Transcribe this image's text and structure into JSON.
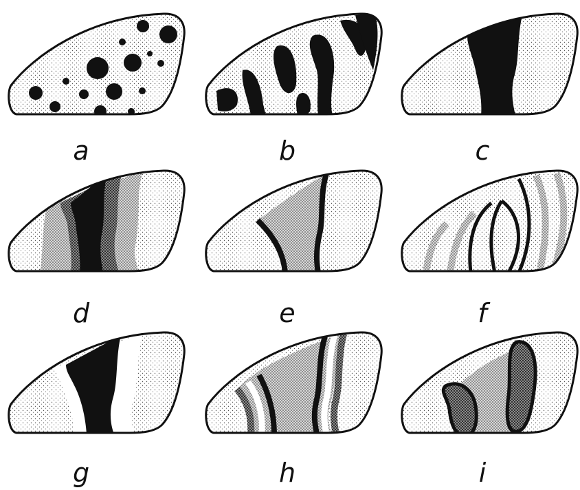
{
  "panels": [
    {
      "id": "a",
      "label": "a",
      "pattern": "scattered spots"
    },
    {
      "id": "b",
      "label": "b",
      "pattern": "oblique stripes"
    },
    {
      "id": "c",
      "label": "c",
      "pattern": "central dark band"
    },
    {
      "id": "d",
      "label": "d",
      "pattern": "graded dark band"
    },
    {
      "id": "e",
      "label": "e",
      "pattern": "outlined shaded band"
    },
    {
      "id": "f",
      "label": "f",
      "pattern": "concentric lines"
    },
    {
      "id": "g",
      "label": "g",
      "pattern": "dark band with white borders"
    },
    {
      "id": "h",
      "label": "h",
      "pattern": "band with white and dark borders"
    },
    {
      "id": "i",
      "label": "i",
      "pattern": "two outlined shaded patches"
    }
  ],
  "colors": {
    "ink": "#111111",
    "paper": "#ffffff",
    "stipple": "#555555"
  }
}
